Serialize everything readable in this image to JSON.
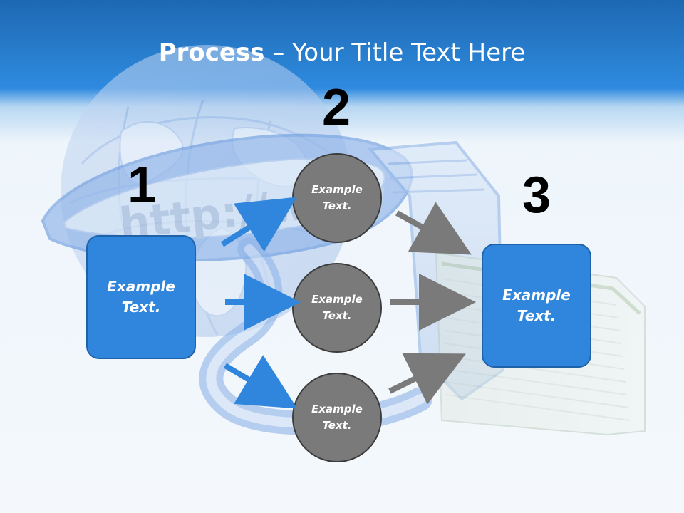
{
  "slide": {
    "title_bold": "Process",
    "title_rest": " – Your Title Text Here",
    "step_numbers": [
      "1",
      "2",
      "3"
    ],
    "input_box": {
      "text": "Example Text."
    },
    "circles": [
      {
        "text": "Example Text."
      },
      {
        "text": "Example Text."
      },
      {
        "text": "Example Text."
      }
    ],
    "output_box": {
      "text": "Example Text."
    },
    "colors": {
      "header_blue": "#2a82d3",
      "box_blue": "#2f86dc",
      "box_border": "#1e62a8",
      "circle_gray": "#7a7a7a",
      "circle_border": "#3c3c3c",
      "arrow_blue": "#2f86dc",
      "arrow_gray": "#7a7a7a"
    },
    "background_watermark": "http://www"
  }
}
